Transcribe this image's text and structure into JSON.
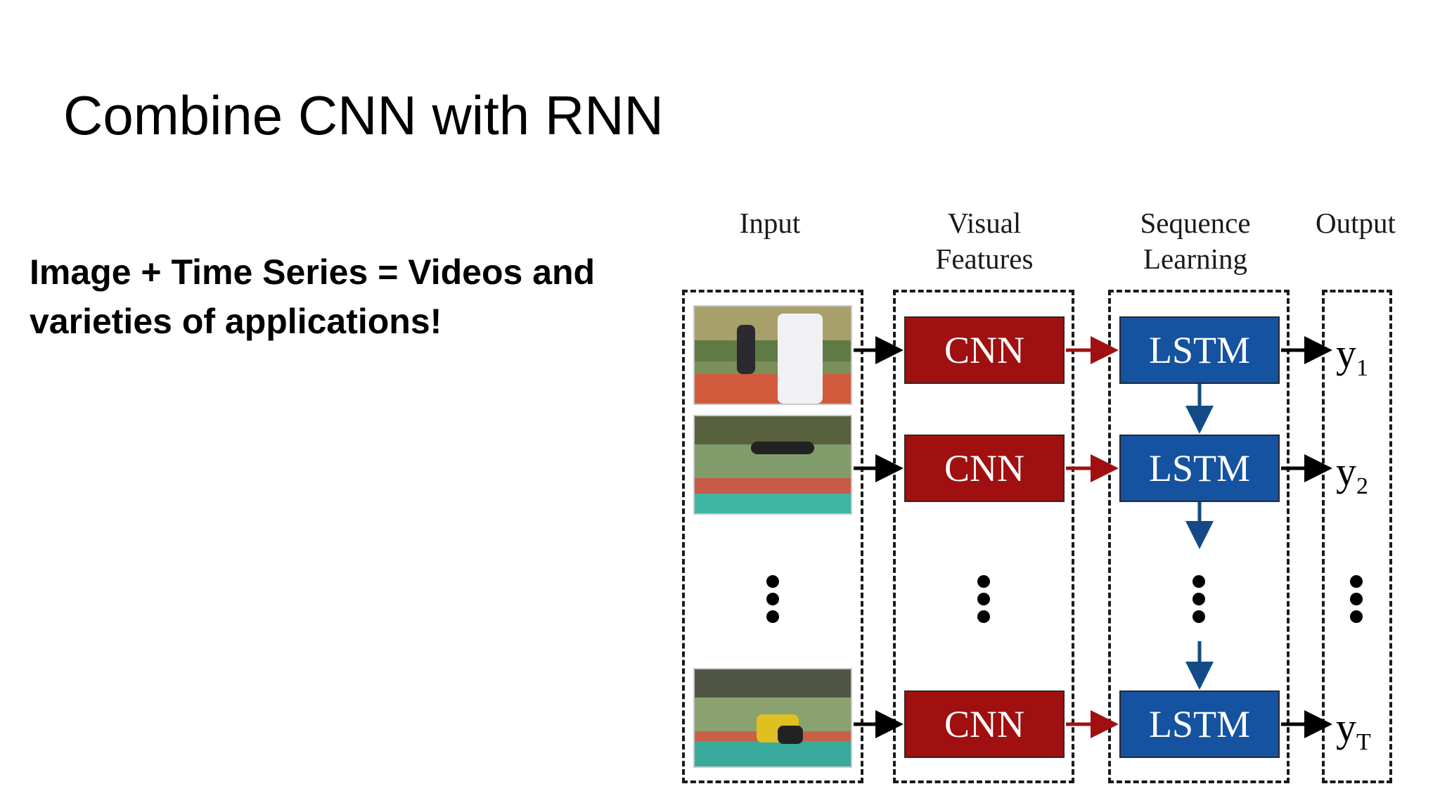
{
  "slide": {
    "title": "Combine CNN with RNN",
    "subtitle": "Image + Time Series = Videos and varieties of applications!"
  },
  "diagram": {
    "columns": [
      {
        "key": "input",
        "lines": [
          "Input"
        ]
      },
      {
        "key": "visual",
        "lines": [
          "Visual",
          "Features"
        ]
      },
      {
        "key": "sequence",
        "lines": [
          "Sequence",
          "Learning"
        ]
      },
      {
        "key": "output",
        "lines": [
          "Output"
        ]
      }
    ],
    "cnn_label": "CNN",
    "lstm_label": "LSTM",
    "outputs": [
      {
        "base": "y",
        "sub": "1"
      },
      {
        "base": "y",
        "sub": "2"
      },
      {
        "base": "y",
        "sub": "T"
      }
    ],
    "colors": {
      "cnn": "#a01010",
      "lstm": "#1552a0",
      "arrow_black": "#000000",
      "arrow_red": "#a01010",
      "arrow_blue": "#144a85"
    },
    "frame_images": [
      "athlete-running-frame",
      "high-jump-frame",
      "landing-mat-frame"
    ]
  }
}
